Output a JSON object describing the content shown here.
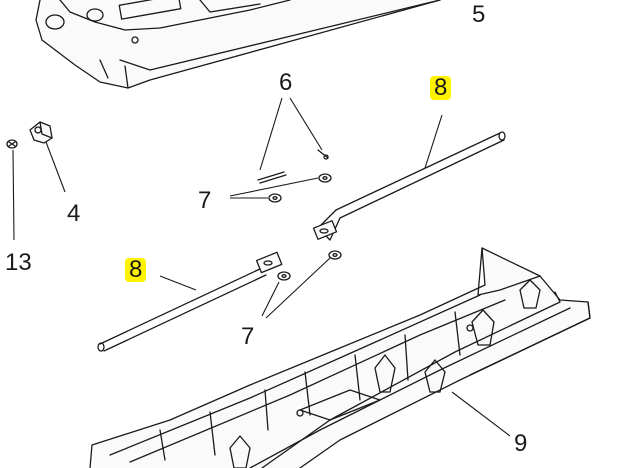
{
  "callouts": {
    "c5": "5",
    "c6": "6",
    "c8a": "8",
    "c7a": "7",
    "c4": "4",
    "c13": "13",
    "c8b": "8",
    "c7b": "7",
    "c9": "9"
  },
  "colors": {
    "line": "#1a1a1a",
    "highlight": "#fff200",
    "background": "#ffffff"
  }
}
